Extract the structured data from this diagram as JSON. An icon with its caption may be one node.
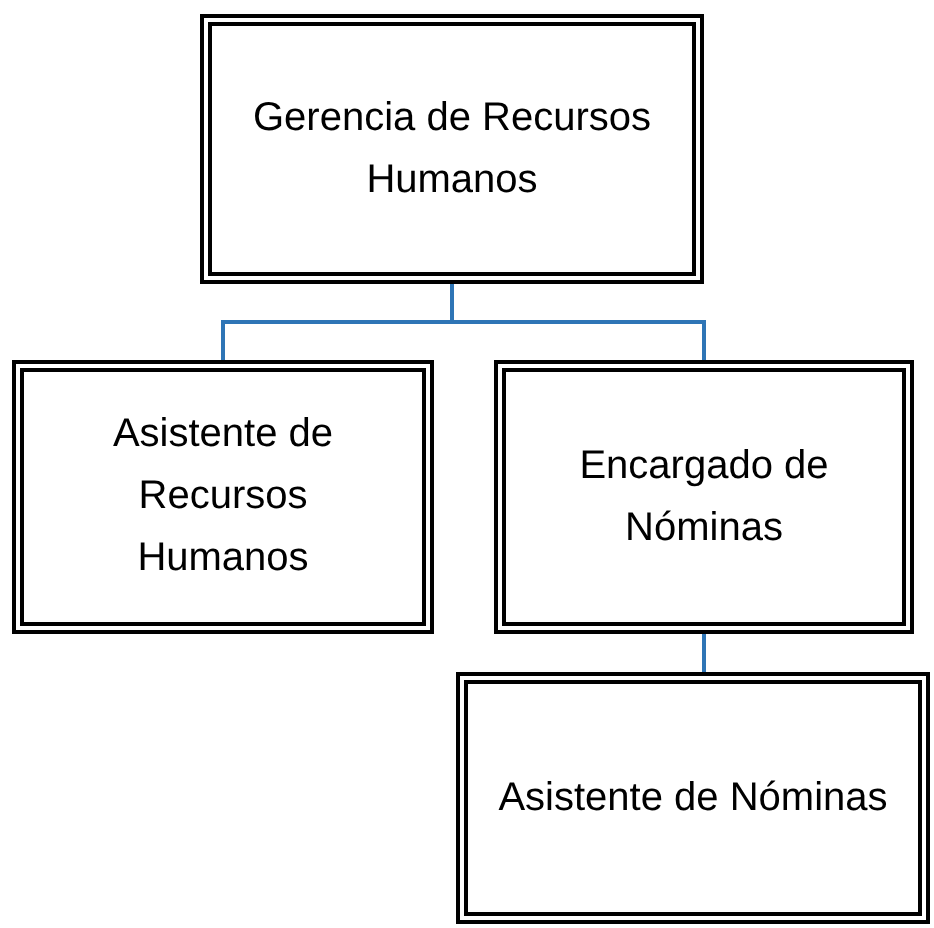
{
  "diagram": {
    "nodes": [
      {
        "text": [
          "Gerencia de Recursos Humanos"
        ]
      },
      {
        "text": [
          "Asistente de Recursos Humanos"
        ]
      },
      {
        "text": [
          "Encargado de Nóminas"
        ]
      },
      {
        "text": [
          "Asistente de Nóminas"
        ]
      }
    ],
    "edges": [
      {
        "from": 0,
        "to": 1,
        "arrow": "none"
      },
      {
        "from": 0,
        "to": 2,
        "arrow": "none"
      },
      {
        "from": 2,
        "to": 3,
        "arrow": "none"
      }
    ]
  }
}
